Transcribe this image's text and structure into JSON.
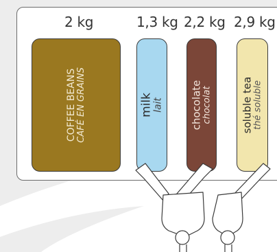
{
  "colors": {
    "background_swoosh": "#ededed",
    "coffee": "#9a7820",
    "milk": "#a8d8f0",
    "chocolate": "#7b4638",
    "tea": "#f2e6ad",
    "outline": "#3a3a3a"
  },
  "canisters": [
    {
      "weight": "2 kg",
      "name": "COFFEE BEANS",
      "name_fr": "CAFÉ EN GRAINS"
    },
    {
      "weight": "1,3 kg",
      "name": "milk",
      "name_fr": "lait"
    },
    {
      "weight": "2,2 kg",
      "name": "chocolate",
      "name_fr": "chocolat"
    },
    {
      "weight": "2,9 kg",
      "name": "soluble tea",
      "name_fr": "thé soluble"
    }
  ]
}
